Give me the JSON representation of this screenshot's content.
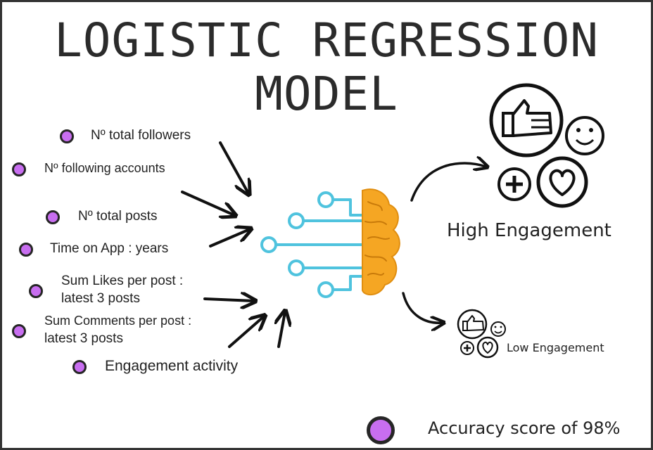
{
  "title": {
    "line1": "LOGISTIC REGRESSION",
    "line2": "MODEL"
  },
  "features": [
    {
      "line1": "Nº total followers",
      "line2": ""
    },
    {
      "line1": "Nº following accounts",
      "line2": ""
    },
    {
      "line1": "Nº total posts",
      "line2": ""
    },
    {
      "line1": "Time on App : years",
      "line2": ""
    },
    {
      "line1": "Sum Likes per post :",
      "line2": "latest 3 posts"
    },
    {
      "line1": "Sum Comments per post :",
      "line2": "latest 3 posts"
    },
    {
      "line1": "Engagement activity",
      "line2": ""
    }
  ],
  "outputs": {
    "high": "High Engagement",
    "low": "Low Engagement"
  },
  "accuracy": "Accuracy score of 98%",
  "icons": [
    "thumbs-up-icon",
    "smiley-icon",
    "plus-icon",
    "heart-icon",
    "brain-circuit-icon",
    "arrow-icon"
  ],
  "colors": {
    "bullet": "#c86ef0",
    "circuit": "#4fc3de",
    "brain": "#f5a623",
    "text": "#222222"
  }
}
